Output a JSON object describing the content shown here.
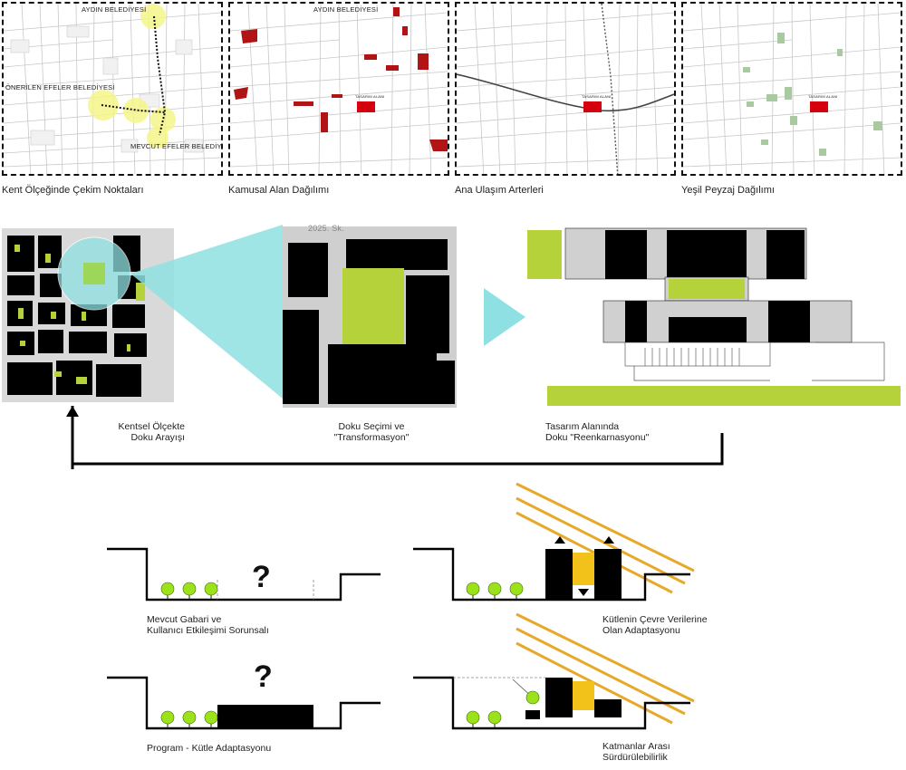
{
  "maps": [
    {
      "caption": "Kent Ölçeğinde Çekim Noktaları",
      "labels": {
        "top": "AYDIN BELEDİYESİ",
        "mid": "ÖNERİLEN EFELER BELEDİYESİ",
        "bottom": "MEVCUT EFELER BELEDİYESİ"
      }
    },
    {
      "caption": "Kamusal Alan Dağılımı",
      "labels": {
        "top": "AYDIN BELEDİYESİ",
        "site": "TASARIM ALANI"
      }
    },
    {
      "caption": "Ana Ulaşım Arterleri",
      "labels": {
        "site": "TASARIM ALANI"
      }
    },
    {
      "caption": "Yeşil Peyzaj Dağılımı",
      "labels": {
        "site": "TASARIM ALANI"
      }
    }
  ],
  "process": {
    "step1": {
      "line1": "Kentsel Ölçekte",
      "line2": "Doku Arayışı"
    },
    "step2": {
      "line1": "Doku Seçimi ve",
      "line2": "\"Transformasyon\""
    },
    "step3": {
      "line1": "Tasarım Alanında",
      "line2": "Doku \"Reenkarnasyonu\""
    },
    "street_label": "2025. Sk."
  },
  "sections": [
    {
      "line1": "Mevcut Gabari ve",
      "line2": "Kullanıcı Etkileşimi Sorunsalı",
      "mark": "?"
    },
    {
      "line1": "Kütlenin Çevre Verilerine",
      "line2": "Olan Adaptasyonu"
    },
    {
      "line1": "Program - Kütle Adaptasyonu",
      "line2": "",
      "mark": "?"
    },
    {
      "line1": "Katmanlar Arası",
      "line2": "Sürdürülebilirlik"
    }
  ],
  "colors": {
    "accent_green": "#b5d23a",
    "cyan": "#8fe0e2",
    "red": "#d4000e",
    "dark_red": "#9b1a1a",
    "yellow": "#f2c21a",
    "orange_line": "#e6a92a",
    "tree": "#9ce21a",
    "black": "#000000"
  }
}
